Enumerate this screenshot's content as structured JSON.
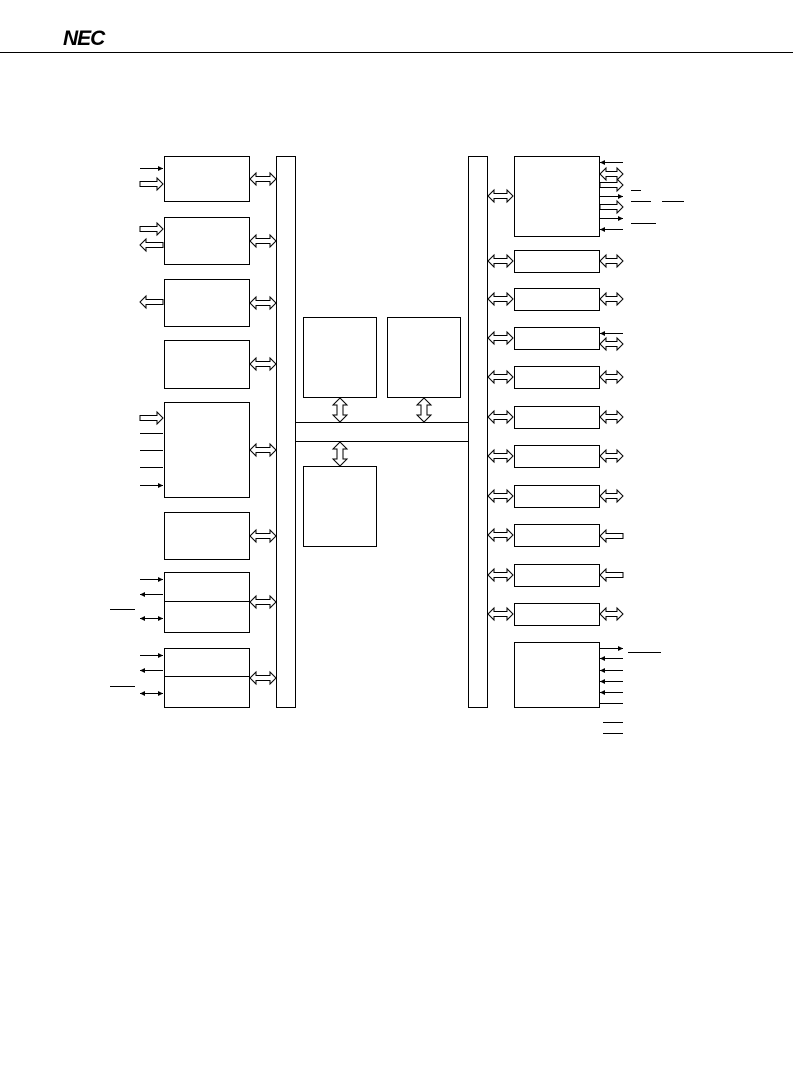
{
  "header": {
    "logo_text": "NEC"
  },
  "colors": {
    "ink": "#000000",
    "paper": "#ffffff"
  },
  "diagram": {
    "nodes": [
      {
        "id": "left-block-1",
        "label": ""
      },
      {
        "id": "left-block-2",
        "label": ""
      },
      {
        "id": "left-block-3",
        "label": ""
      },
      {
        "id": "left-block-4",
        "label": ""
      },
      {
        "id": "left-block-5",
        "label": ""
      },
      {
        "id": "left-block-6",
        "label": ""
      },
      {
        "id": "left-block-7-upper",
        "label": ""
      },
      {
        "id": "left-block-7-lower",
        "label": ""
      },
      {
        "id": "left-block-8-upper",
        "label": ""
      },
      {
        "id": "left-block-8-lower",
        "label": ""
      },
      {
        "id": "left-bus",
        "label": ""
      },
      {
        "id": "right-bus",
        "label": ""
      },
      {
        "id": "upper-core-block-a",
        "label": ""
      },
      {
        "id": "upper-core-block-b",
        "label": ""
      },
      {
        "id": "lower-core-block",
        "label": ""
      },
      {
        "id": "right-block-1",
        "label": ""
      },
      {
        "id": "right-block-2",
        "label": ""
      },
      {
        "id": "right-block-3",
        "label": ""
      },
      {
        "id": "right-block-4",
        "label": ""
      },
      {
        "id": "right-block-5",
        "label": ""
      },
      {
        "id": "right-block-6",
        "label": ""
      },
      {
        "id": "right-block-7",
        "label": ""
      },
      {
        "id": "right-block-8",
        "label": ""
      },
      {
        "id": "right-block-9",
        "label": ""
      },
      {
        "id": "right-block-10",
        "label": ""
      },
      {
        "id": "right-block-11",
        "label": ""
      },
      {
        "id": "right-block-12",
        "label": ""
      }
    ]
  }
}
